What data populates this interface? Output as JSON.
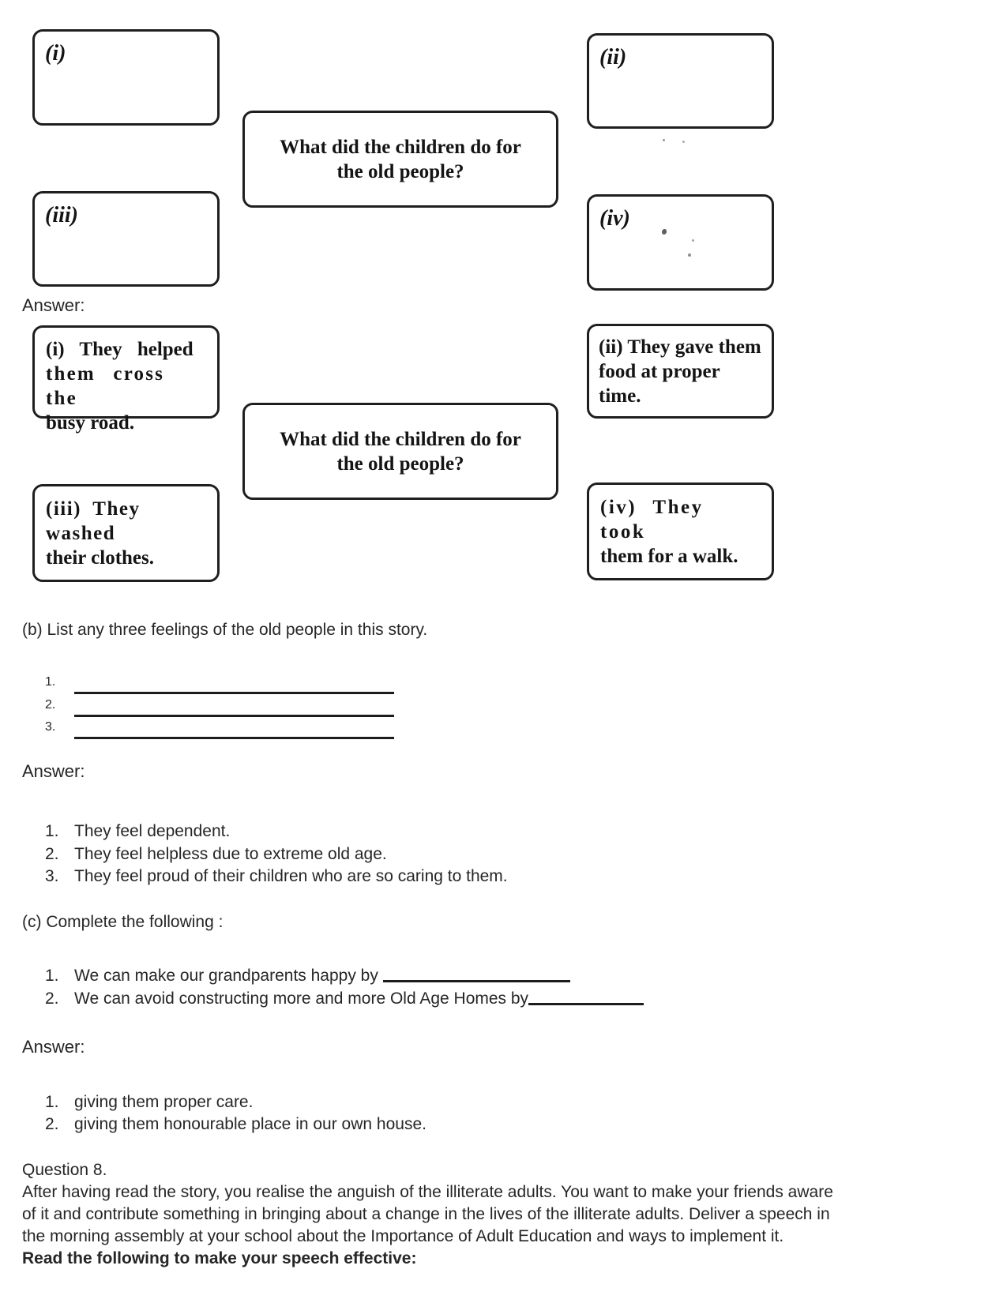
{
  "diagram_question": {
    "box_i_label": "(i)",
    "box_ii_label": "(ii)",
    "box_iii_label": "(iii)",
    "box_iv_label": "(iv)",
    "center_line1": "What did the children do for",
    "center_line2": "the old people?"
  },
  "answer1": {
    "label": "Answer:",
    "box_i": [
      "(i) They helped",
      "them cross the",
      "busy road."
    ],
    "box_ii": [
      "(ii) They gave them",
      "food at proper time."
    ],
    "center_line1": "What did the children do for",
    "center_line2": "the old people?",
    "box_iii": [
      "(iii) They washed",
      "their clothes."
    ],
    "box_iv": [
      "(iv) They took",
      "them for a walk."
    ]
  },
  "section_b": {
    "heading": "(b) List any three feelings of the old people in this story.",
    "blank_nums": [
      "1.",
      "2.",
      "3."
    ]
  },
  "answer2": {
    "label": "Answer:",
    "items": [
      {
        "num": "1.",
        "text": "They feel dependent."
      },
      {
        "num": "2.",
        "text": "They feel helpless due to extreme old age."
      },
      {
        "num": "3.",
        "text": "They feel proud of their children who are so caring to them."
      }
    ]
  },
  "section_c": {
    "heading": "(c) Complete the following :",
    "items": [
      {
        "num": "1.",
        "text": "We can make our grandparents happy by"
      },
      {
        "num": "2.",
        "text": "We can avoid constructing more and more Old Age Homes by"
      }
    ]
  },
  "answer3": {
    "label": "Answer:",
    "items": [
      {
        "num": "1.",
        "text": "giving them proper care."
      },
      {
        "num": "2.",
        "text": "giving them honourable place in our own house."
      }
    ]
  },
  "question8": {
    "label": "Question 8.",
    "lines": [
      "After having read the story, you realise the anguish of the illiterate adults. You want to make your friends aware",
      "of it and contribute something in bringing about a change in the lives of the illiterate adults. Deliver a speech in",
      "the morning assembly at your school about the Importance of Adult Education and ways to implement it."
    ],
    "bold_line": "Read the following to make your speech effective:"
  }
}
